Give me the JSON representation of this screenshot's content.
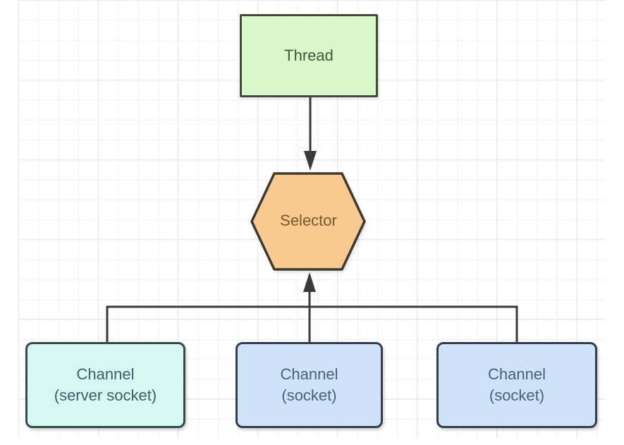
{
  "diagram": {
    "type": "flow-diagram",
    "nodes": {
      "thread": {
        "label": "Thread",
        "shape": "rectangle"
      },
      "selector": {
        "label": "Selector",
        "shape": "hexagon"
      },
      "channels": [
        {
          "line1": "Channel",
          "line2": "(server socket)"
        },
        {
          "line1": "Channel",
          "line2": "(socket)"
        },
        {
          "line1": "Channel",
          "line2": "(socket)"
        }
      ]
    },
    "edges": [
      {
        "from": "thread",
        "to": "selector",
        "arrow": "down"
      },
      {
        "from": "channels",
        "to": "selector",
        "arrow": "up"
      }
    ],
    "colors": {
      "thread_fill": "#d8f8ca",
      "thread_border": "#3e4b39",
      "thread_text": "#3f5a3b",
      "selector_fill": "#f9ca8f",
      "selector_border": "#3f382e",
      "selector_text": "#7a5531",
      "channel_server_fill": "#d6f8f5",
      "channel_server_border": "#36494a",
      "channel_socket_fill": "#cfe3f8",
      "channel_socket_border": "#333d4b",
      "connector": "#3a3a3a",
      "grid_line": "#f0f1f5",
      "background": "#ffffff"
    }
  }
}
